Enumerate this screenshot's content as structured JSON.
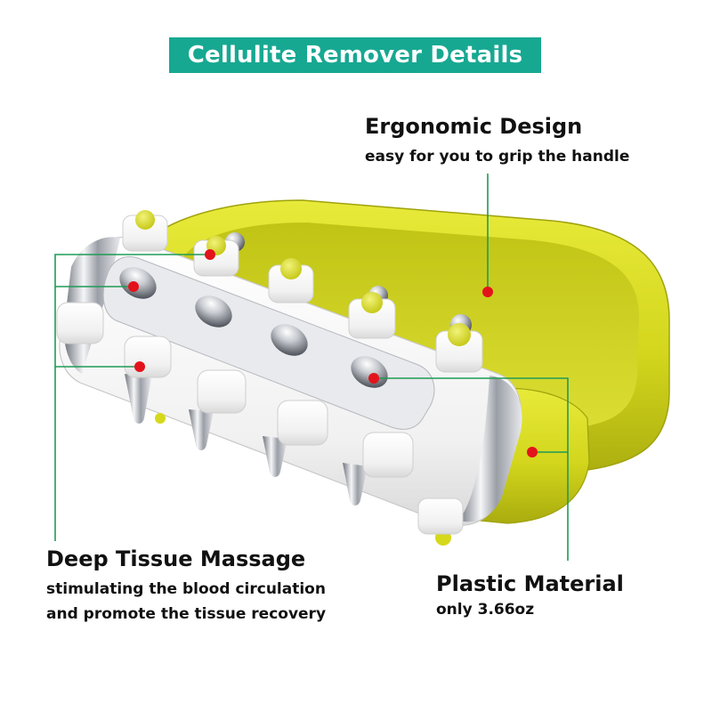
{
  "banner": {
    "title": "Cellulite Remover Details"
  },
  "features": [
    {
      "heading": "Ergonomic Design",
      "lines": [
        "easy for you to grip the handle"
      ]
    },
    {
      "heading": "Deep Tissue Massage",
      "lines": [
        "stimulating the blood circulation",
        "and promote the tissue recovery"
      ]
    },
    {
      "heading": "Plastic Material",
      "lines": [
        "only 3.66oz"
      ]
    }
  ],
  "colors": {
    "banner": "#17a892",
    "callout_line": "#1f9b57",
    "marker_dot": "#e3131b",
    "handle_yellow": "#cfd21a",
    "roller_white": "#f4f4f4",
    "chrome": "#b9bcc3"
  }
}
